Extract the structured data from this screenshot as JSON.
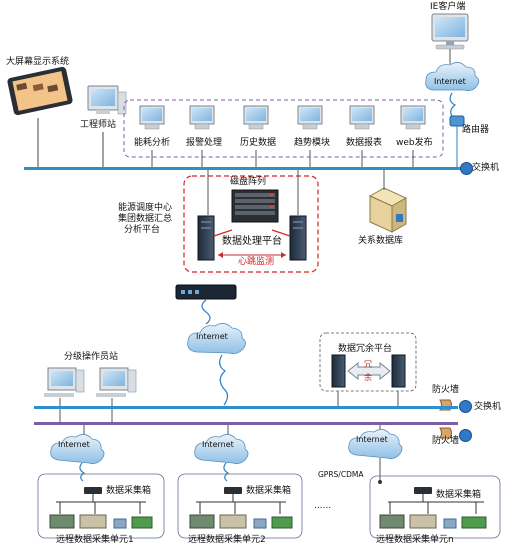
{
  "ie_client": "IE客户端",
  "router": "路由器",
  "switch": "交换机",
  "firewall": "防火墙",
  "internet": "Internet",
  "big_screen": "大屏幕显示系统",
  "engineer_station": "工程师站",
  "apps": [
    "能耗分析",
    "报警处理",
    "历史数据",
    "趋势模块",
    "数据报表",
    "web发布"
  ],
  "disk_array": "磁盘阵列",
  "center_label": [
    "能源调度中心",
    "集团数据汇总",
    "分析平台"
  ],
  "processing_platform": "数据处理平台",
  "heartbeat": "心跳监测",
  "relational_db": "关系数据库",
  "operator_station": "分级操作员站",
  "redundancy_platform": "数据冗余平台",
  "redundancy_mark": [
    "冗",
    "余"
  ],
  "gprs": "GPRS/CDMA",
  "ellipsis": "......",
  "collector_box": "数据采集箱",
  "units": [
    "远程数据采集单元1",
    "远程数据采集单元2",
    "远程数据采集单元n"
  ]
}
